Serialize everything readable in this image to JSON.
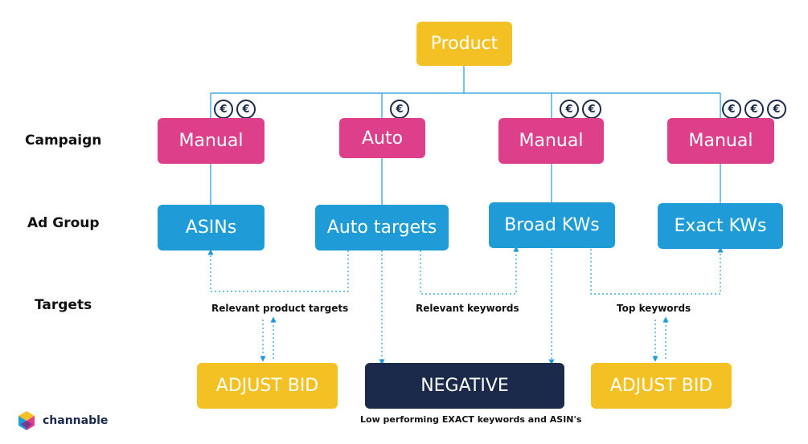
{
  "product": "Product",
  "row_labels": {
    "campaign": "Campaign",
    "ad_group": "Ad Group",
    "targets": "Targets"
  },
  "campaigns": [
    "Manual",
    "Auto",
    "Manual",
    "Manual"
  ],
  "ad_groups": [
    "ASINs",
    "Auto targets",
    "Broad KWs",
    "Exact KWs"
  ],
  "target_notes": {
    "product_targets": "Relevant product targets",
    "keywords": "Relevant keywords",
    "top_keywords": "Top keywords"
  },
  "actions": {
    "adjust_bid_left": "ADJUST BID",
    "negative": "NEGATIVE",
    "adjust_bid_right": "ADJUST BID"
  },
  "negative_note": "Low performing EXACT keywords and ASIN's",
  "cost_symbol": "€",
  "cost_levels": [
    2,
    1,
    2,
    3
  ],
  "brand": "channable",
  "colors": {
    "pink": "#de3f8a",
    "blue": "#1f9cd8",
    "yellow": "#f4c125",
    "navy": "#1b2a4a",
    "connector": "#1f9cd8"
  }
}
